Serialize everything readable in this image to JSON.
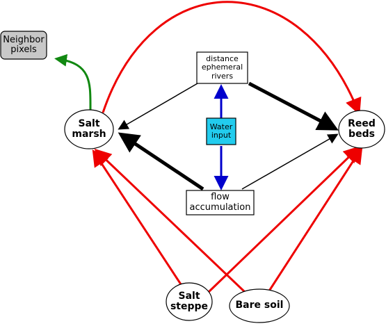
{
  "colors": {
    "red": "#ee0000",
    "black": "#000000",
    "blue": "#0000cc",
    "green": "#118811",
    "cyan_fill": "#22ccee",
    "gray_fill": "#c8c8c8"
  },
  "nodes": {
    "neighbor": "Neighbor\npixels",
    "salt_marsh": "Salt\nmarsh",
    "reed_beds": "Reed\nbeds",
    "distance": "distance\nephemeral\nrivers",
    "water_input": "Water\ninput",
    "flow": "flow\naccumulation",
    "salt_steppe": "Salt\nsteppe",
    "bare_soil": "Bare soil"
  }
}
